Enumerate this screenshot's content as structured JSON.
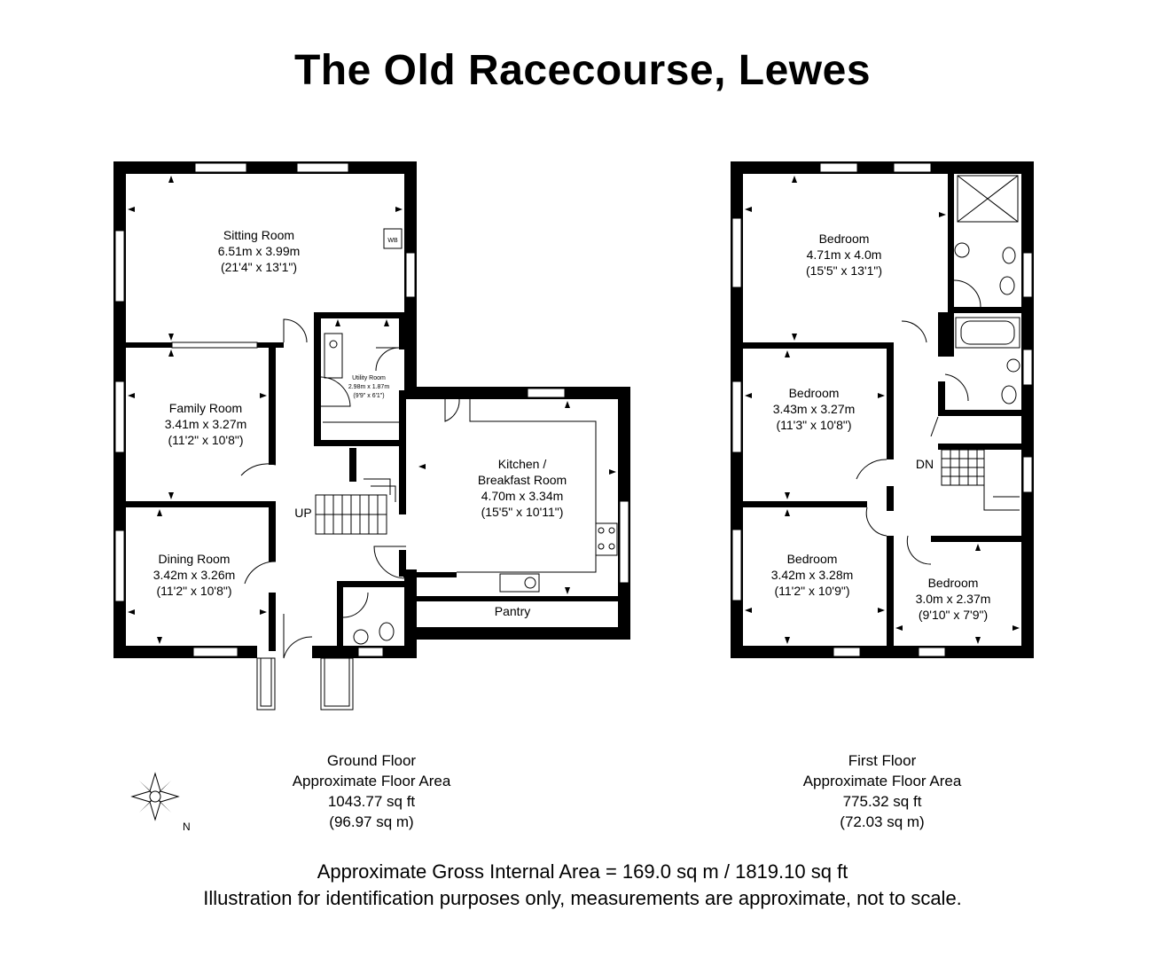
{
  "title": "The Old Racecourse, Lewes",
  "ground_floor": {
    "rooms": [
      {
        "name": "Sitting Room",
        "metric": "6.51m x 3.99m",
        "imperial": "(21'4\" x 13'1\")"
      },
      {
        "name": "Family Room",
        "metric": "3.41m x 3.27m",
        "imperial": "(11'2\" x 10'8\")"
      },
      {
        "name": "Dining Room",
        "metric": "3.42m x 3.26m",
        "imperial": "(11'2\" x 10'8\")"
      },
      {
        "name": "Utility Room",
        "metric": "2.98m x 1.87m",
        "imperial": "(9'9\" x 6'1\")"
      },
      {
        "name_line1": "Kitchen /",
        "name_line2": "Breakfast Room",
        "metric": "4.70m x 3.34m",
        "imperial": "(15'5\" x 10'11\")"
      },
      {
        "name": "Pantry"
      }
    ],
    "stairs_label": "UP",
    "wb_label": "WB",
    "area": {
      "label": "Ground Floor",
      "sublabel": "Approximate Floor Area",
      "sqft": "1043.77 sq ft",
      "sqm": "(96.97 sq m)"
    }
  },
  "first_floor": {
    "rooms": [
      {
        "name": "Bedroom",
        "metric": "4.71m x 4.0m",
        "imperial": "(15'5\" x 13'1\")"
      },
      {
        "name": "Bedroom",
        "metric": "3.43m x 3.27m",
        "imperial": "(11'3\" x 10'8\")"
      },
      {
        "name": "Bedroom",
        "metric": "3.42m x 3.28m",
        "imperial": "(11'2\" x 10'9\")"
      },
      {
        "name": "Bedroom",
        "metric": "3.0m x 2.37m",
        "imperial": "(9'10\" x 7'9\")"
      }
    ],
    "stairs_label": "DN",
    "area": {
      "label": "First Floor",
      "sublabel": "Approximate Floor Area",
      "sqft": "775.32 sq ft",
      "sqm": "(72.03 sq m)"
    }
  },
  "compass": {
    "icon": "compass-rose-icon",
    "label": "N"
  },
  "footer": {
    "gross_area": "Approximate Gross Internal Area = 169.0 sq m / 1819.10 sq ft",
    "disclaimer": "Illustration for identification purposes only, measurements are approximate, not to scale."
  }
}
